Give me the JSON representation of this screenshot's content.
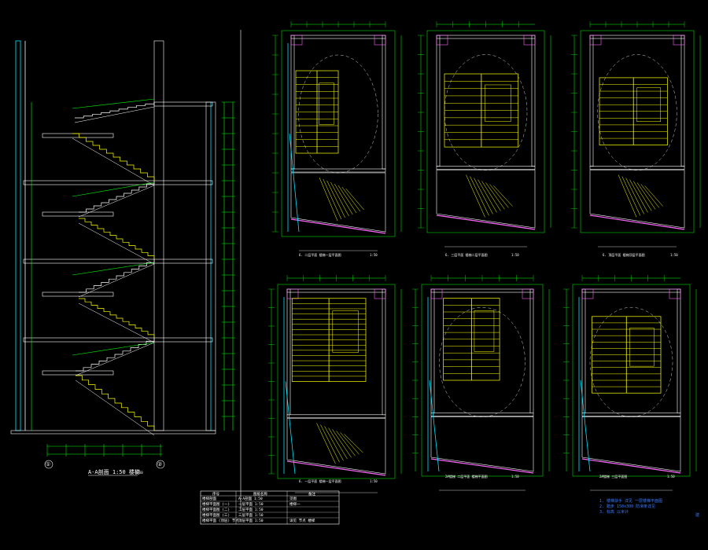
{
  "colors": {
    "background": "#000000",
    "dimension_line": "#00ff00",
    "axis_line": "#ff2020",
    "wall": "#ffffff",
    "stair": "#ffff00",
    "glass": "#00e5ff",
    "hatch": "#ff66ff",
    "text": "#ffffff",
    "note": "#3a7bff"
  },
  "grid_bubbles": {
    "section_left": "①",
    "section_right": "②"
  },
  "titles": {
    "section": "A-A剖面  1:50 楼梯",
    "plan_1": "6.  二层平面  楼梯一层平面图",
    "plan_2": "6.  三层平面  楼梯二层平面图",
    "plan_3": "6.  顶层平面  楼梯顶层平面图",
    "plan_4": "6.  一层平面  楼梯一层平面图",
    "plan_5": "2#楼梯  二层平面  楼梯平面图",
    "plan_6": "2#楼梯  三层平面图"
  },
  "scales": {
    "section": "1:50",
    "plan_1": "1:50",
    "plan_2": "1:50",
    "plan_3": "1:50",
    "plan_4": "1:50",
    "plan_5": "1:50",
    "plan_6": "1:50"
  },
  "notes": {
    "line1": "1. 楼梯扶手 详见  一层楼梯平面图",
    "line2": "2. 踏步  150x300  防滑条详见",
    "line3": "3. 标高  以米计"
  },
  "page_number": "建",
  "table": {
    "headers": [
      "序号",
      "图纸名称",
      "备注"
    ],
    "rows": [
      [
        "楼梯剖面",
        "A-A剖面 1:50",
        "见图"
      ],
      [
        "楼梯平面图 (一)",
        "一层平面 1:50",
        "楼梯一"
      ],
      [
        "楼梯平面图 (二)",
        "二层平面 1:50",
        ""
      ],
      [
        "楼梯平面图 (三)",
        "三层平面 1:50",
        ""
      ],
      [
        "楼梯平面 (顶层) 节点",
        "顶层平面 1:50",
        "详见 节点 楼梯"
      ]
    ]
  }
}
